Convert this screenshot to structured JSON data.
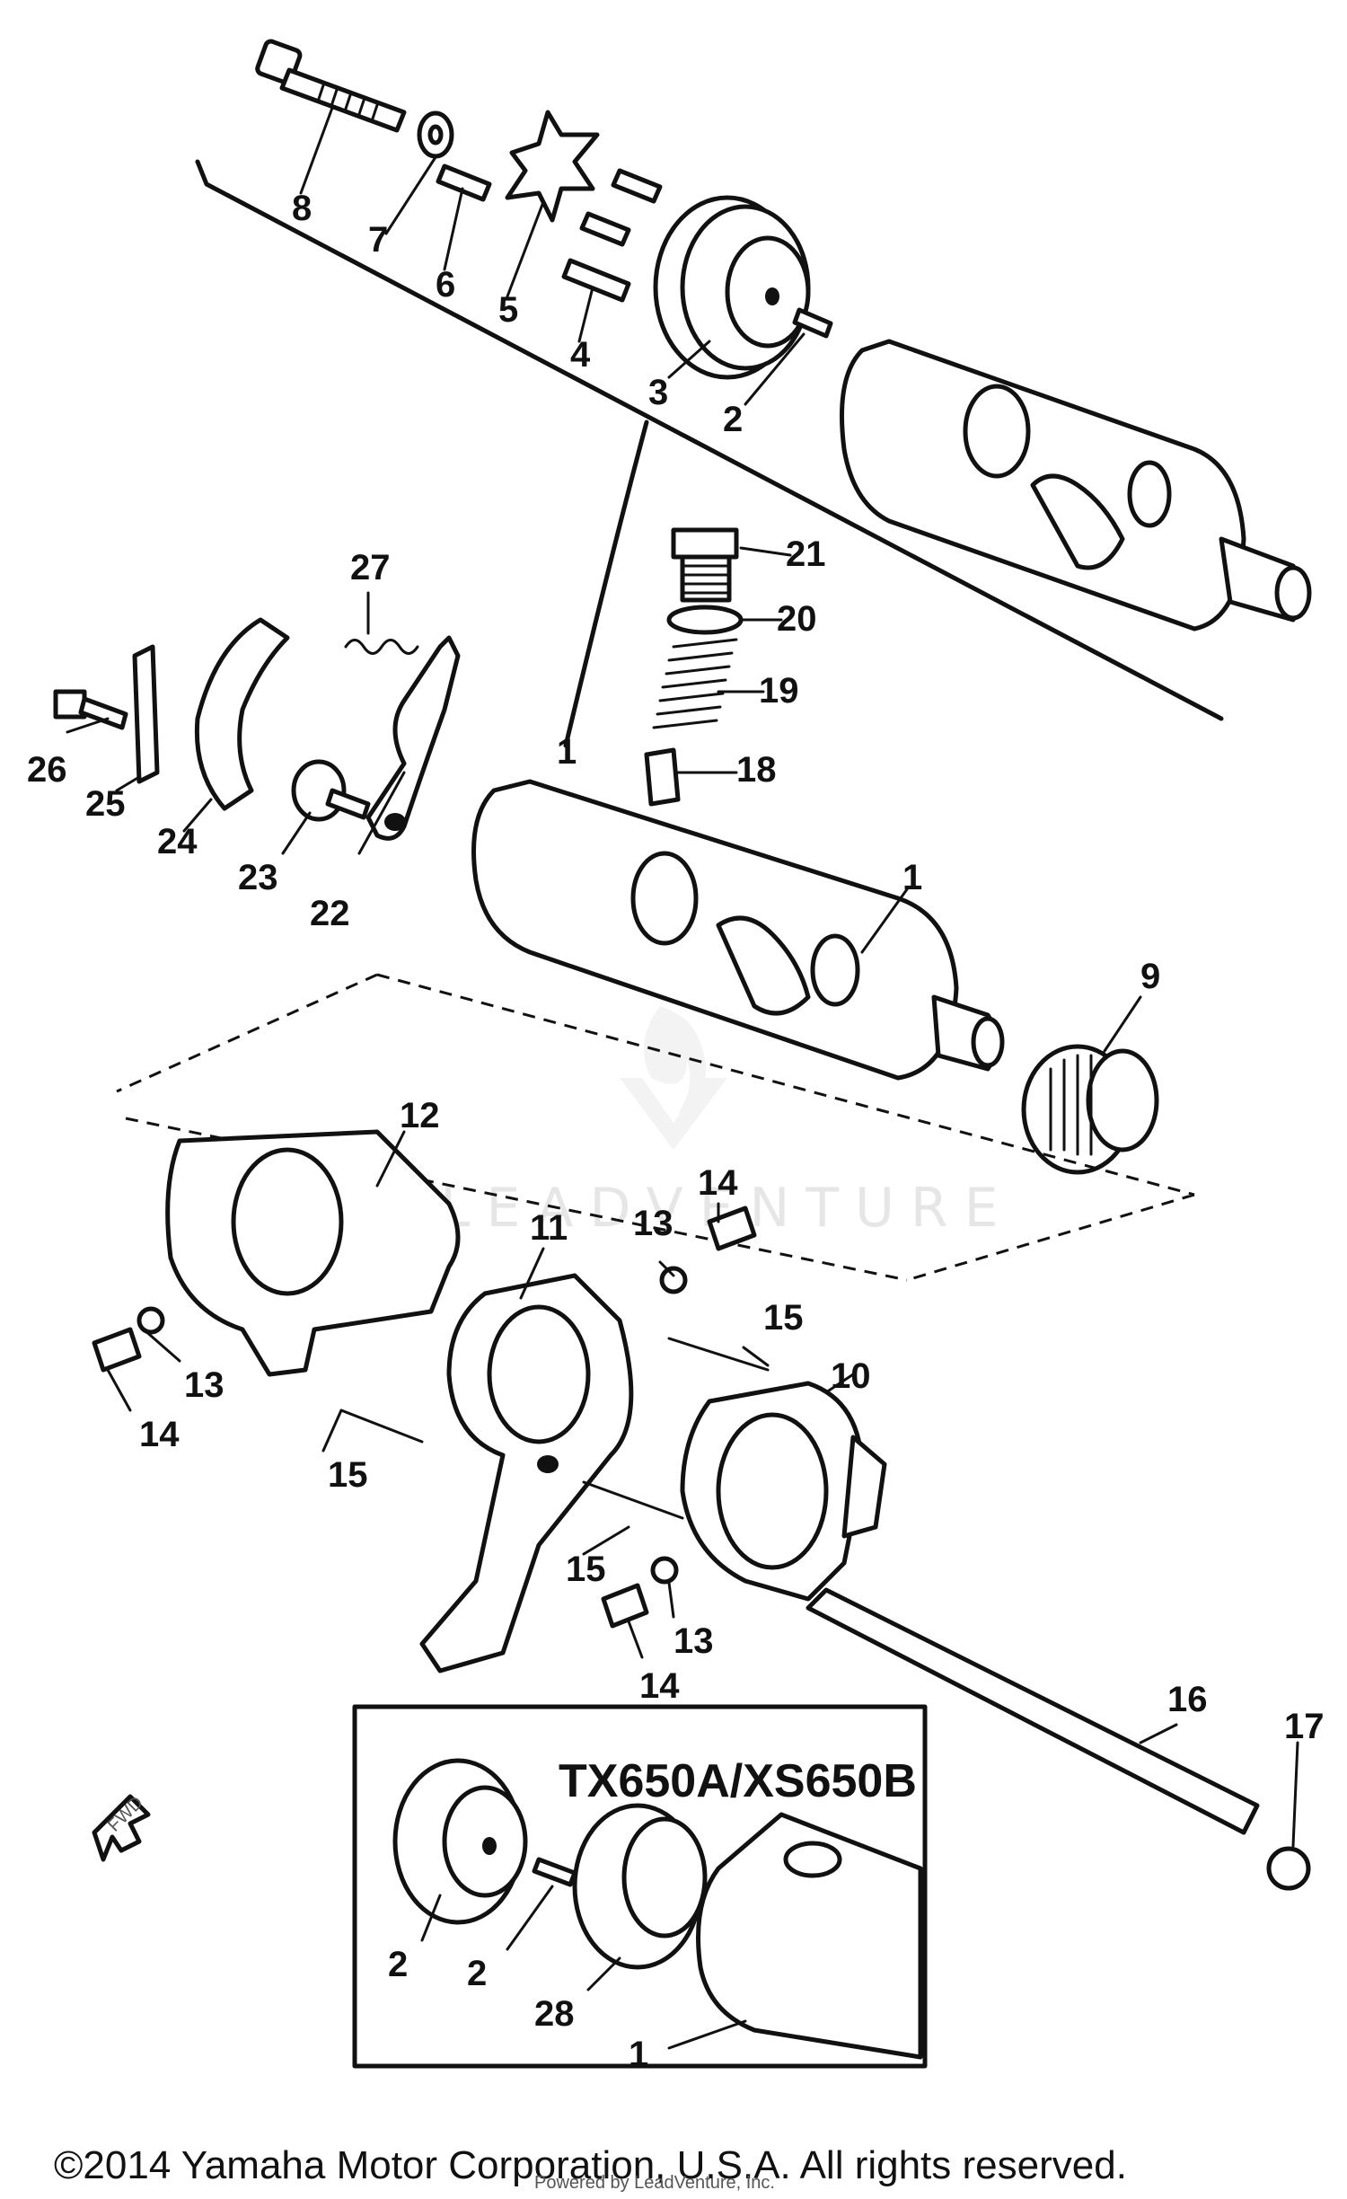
{
  "labels": {
    "l1a": "1",
    "l1b": "1",
    "l1c": "1",
    "l2a": "2",
    "l2b": "2",
    "l2c": "2",
    "l3": "3",
    "l4": "4",
    "l5": "5",
    "l6": "6",
    "l7": "7",
    "l8": "8",
    "l9": "9",
    "l10": "10",
    "l11": "11",
    "l12": "12",
    "l13a": "13",
    "l13b": "13",
    "l13c": "13",
    "l14a": "14",
    "l14b": "14",
    "l14c": "14",
    "l15a": "15",
    "l15b": "15",
    "l15c": "15",
    "l16": "16",
    "l17": "17",
    "l18": "18",
    "l19": "19",
    "l20": "20",
    "l21": "21",
    "l22": "22",
    "l23": "23",
    "l24": "24",
    "l25": "25",
    "l26": "26",
    "l27": "27",
    "l28": "28"
  },
  "inset_model": "TX650A/XS650B",
  "fwd_label": "FWD",
  "watermark": "LEADVENTURE",
  "copyright": "©2014 Yamaha Motor Corporation, U.S.A. All rights reserved.",
  "small_credit": "Powered by LeadVenture, Inc."
}
